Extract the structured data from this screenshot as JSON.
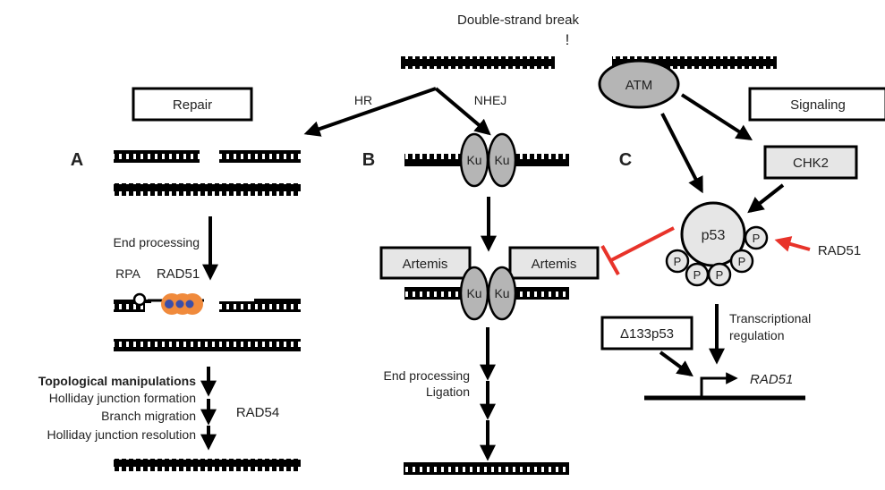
{
  "title": "Double-strand break",
  "break_mark": "!",
  "nodes": {
    "repair": "Repair",
    "signaling": "Signaling",
    "atm": "ATM",
    "chk2": "CHK2",
    "p53": "p53",
    "phospho": "P",
    "ku": "Ku",
    "artemis": "Artemis",
    "delta133p53": "Δ133p53",
    "rpa": "RPA",
    "rad51_top": "RAD51",
    "rad51_right": "RAD51",
    "rad51_gene": "RAD51",
    "rad54": "RAD54"
  },
  "panel_labels": {
    "a": "A",
    "b": "B",
    "c": "C"
  },
  "branch_labels": {
    "hr": "HR",
    "nhej": "NHEJ"
  },
  "steps": {
    "a_end_processing": "End processing",
    "a_topological": "Topological manipulations",
    "a_holliday_formation": "Holliday junction formation",
    "a_branch_migration": "Branch migration",
    "a_holliday_resolution": "Holliday junction resolution",
    "b_end_processing": "End processing",
    "b_ligation": "Ligation",
    "c_transcriptional": "Transcriptional",
    "c_regulation": "regulation"
  },
  "colors": {
    "red": "#e8332a",
    "orange": "#f08a3c",
    "blue": "#3a4ea8",
    "grey": "#b5b5b5",
    "light_grey": "#e6e6e6"
  }
}
